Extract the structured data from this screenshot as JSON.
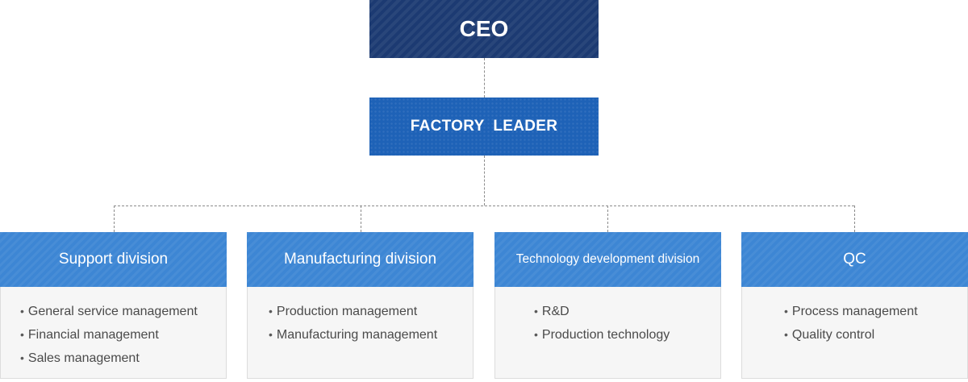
{
  "ceo": {
    "label": "CEO"
  },
  "leader": {
    "label": "FACTORY  LEADER"
  },
  "divisions": [
    {
      "title": "Support division",
      "items": [
        "General service management",
        "Financial management",
        "Sales management"
      ]
    },
    {
      "title": "Manufacturing division",
      "items": [
        "Production management",
        "Manufacturing management"
      ]
    },
    {
      "title": "Technology development division",
      "items": [
        "R&D",
        "Production technology"
      ]
    },
    {
      "title": "QC",
      "items": [
        "Process management",
        "Quality control"
      ]
    }
  ],
  "colors": {
    "ceo_bg": "#1c3a72",
    "leader_bg": "#1e62b7",
    "division_bg": "#3d86d4",
    "body_bg": "#f6f6f6",
    "connector": "#8c8c8c"
  }
}
